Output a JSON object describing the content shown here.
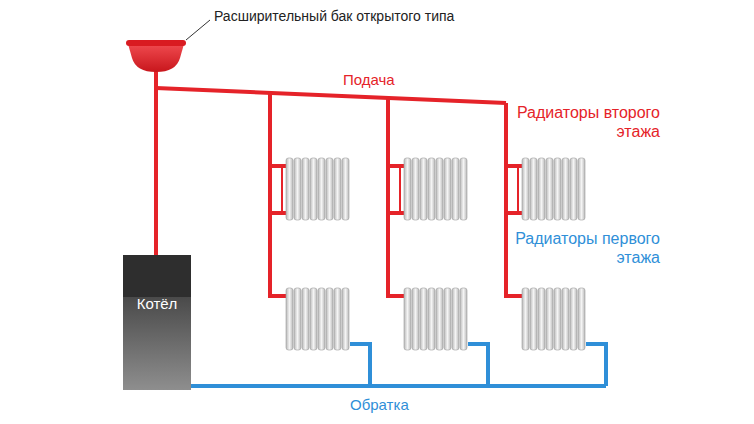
{
  "diagram": {
    "nodes": [
      {
        "text": [
          "Котёл"
        ]
      }
    ],
    "labels": [
      "Расширительный бак открытого типа",
      "Подача",
      "Радиаторы второго этажа",
      "Радиаторы первого этажа",
      "Обратка"
    ]
  }
}
